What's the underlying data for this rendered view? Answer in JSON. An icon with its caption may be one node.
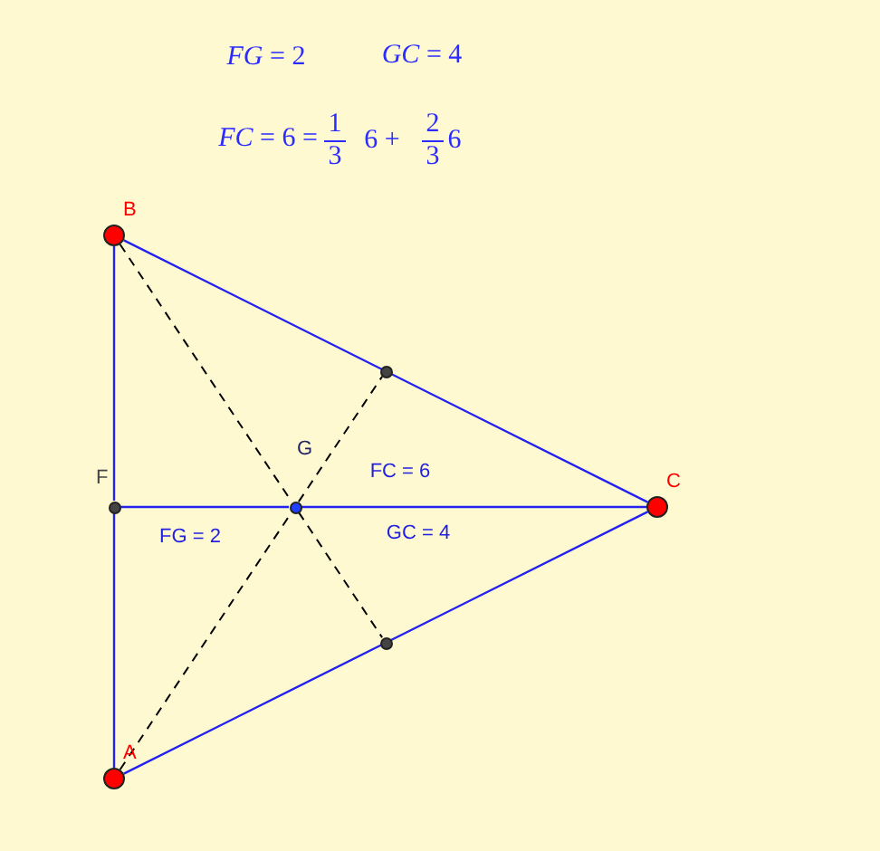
{
  "diagram": {
    "nodes": [
      {
        "text": [],
        "shape": "circle",
        "beside": [
          "B"
        ]
      },
      {
        "text": [],
        "shape": "circle",
        "beside": [
          "F"
        ]
      },
      {
        "text": [],
        "shape": "circle",
        "beside": [
          "G"
        ]
      },
      {
        "text": [],
        "shape": "circle"
      },
      {
        "text": [],
        "shape": "circle",
        "beside": [
          "C"
        ]
      },
      {
        "text": [],
        "shape": "circle"
      },
      {
        "text": [],
        "shape": "circle",
        "beside": [
          "A"
        ]
      }
    ],
    "edges": [
      {
        "from": 0,
        "to": 1,
        "arrow": "none"
      },
      {
        "from": 1,
        "to": 6,
        "arrow": "none"
      },
      {
        "from": 0,
        "to": 4,
        "arrow": "none"
      },
      {
        "from": 6,
        "to": 4,
        "arrow": "none"
      },
      {
        "from": 1,
        "to": 2,
        "arrow": "none",
        "label": "FG = 2"
      },
      {
        "from": 2,
        "to": 4,
        "arrow": "none",
        "label": "GC = 4"
      },
      {
        "from": 0,
        "to": 2,
        "arrow": "none",
        "style": "dashed",
        "color": "#000000"
      },
      {
        "from": 2,
        "to": 5,
        "arrow": "none",
        "style": "dashed",
        "color": "#000000"
      },
      {
        "from": 6,
        "to": 2,
        "arrow": "none",
        "style": "dashed",
        "color": "#000000"
      },
      {
        "from": 2,
        "to": 3,
        "arrow": "none",
        "style": "dashed",
        "color": "#000000"
      }
    ],
    "labels": [
      "*FG* = 2",
      "*GC* = 4",
      "*FC* = 6 =",
      "1",
      "3",
      "6 +",
      "2",
      "3",
      "6",
      "FC = 6"
    ]
  }
}
